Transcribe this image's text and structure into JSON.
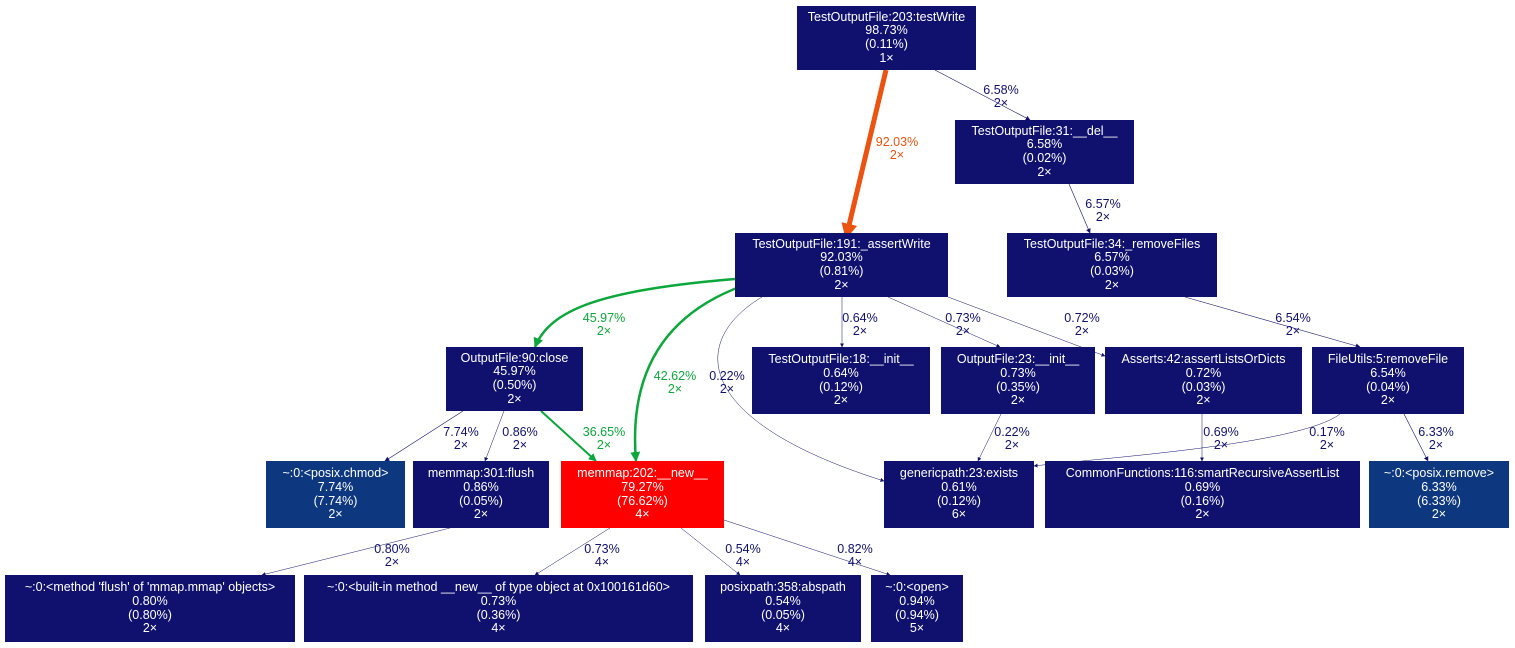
{
  "colors": {
    "node_default": "#10106f",
    "node_light": "#0d3880",
    "node_hot": "#ff0000",
    "edge_default": "#10106f",
    "edge_green": "#0ba73a",
    "edge_orange": "#ec5310"
  },
  "nodes": [
    {
      "id": "n_testwrite",
      "name": "testwrite-node",
      "title": "TestOutputFile:203:testWrite",
      "total": "98.73%",
      "self": "(0.11%)",
      "calls": "1×",
      "color": "#10106f"
    },
    {
      "id": "n_del",
      "name": "del-node",
      "title": "TestOutputFile:31:__del__",
      "total": "6.58%",
      "self": "(0.02%)",
      "calls": "2×",
      "color": "#10106f"
    },
    {
      "id": "n_assertwrite",
      "name": "assertwrite-node",
      "title": "TestOutputFile:191:_assertWrite",
      "total": "92.03%",
      "self": "(0.81%)",
      "calls": "2×",
      "color": "#10106f"
    },
    {
      "id": "n_removefiles",
      "name": "removefiles-node",
      "title": "TestOutputFile:34:_removeFiles",
      "total": "6.57%",
      "self": "(0.03%)",
      "calls": "2×",
      "color": "#10106f"
    },
    {
      "id": "n_close",
      "name": "outputfile-close-node",
      "title": "OutputFile:90:close",
      "total": "45.97%",
      "self": "(0.50%)",
      "calls": "2×",
      "color": "#10106f"
    },
    {
      "id": "n_toinit",
      "name": "testoutputfile-init-node",
      "title": "TestOutputFile:18:__init__",
      "total": "0.64%",
      "self": "(0.12%)",
      "calls": "2×",
      "color": "#10106f"
    },
    {
      "id": "n_ofinit",
      "name": "outputfile-init-node",
      "title": "OutputFile:23:__init__",
      "total": "0.73%",
      "self": "(0.35%)",
      "calls": "2×",
      "color": "#10106f"
    },
    {
      "id": "n_asserts",
      "name": "assertlists-node",
      "title": "Asserts:42:assertListsOrDicts",
      "total": "0.72%",
      "self": "(0.03%)",
      "calls": "2×",
      "color": "#10106f"
    },
    {
      "id": "n_removefile",
      "name": "removefile-node",
      "title": "FileUtils:5:removeFile",
      "total": "6.54%",
      "self": "(0.04%)",
      "calls": "2×",
      "color": "#10106f"
    },
    {
      "id": "n_chmod",
      "name": "posix-chmod-node",
      "title": "~:0:<posix.chmod>",
      "total": "7.74%",
      "self": "(7.74%)",
      "calls": "2×",
      "color": "#0d3880"
    },
    {
      "id": "n_flush",
      "name": "mmap-flush-node",
      "title": "memmap:301:flush",
      "total": "0.86%",
      "self": "(0.05%)",
      "calls": "2×",
      "color": "#10106f"
    },
    {
      "id": "n_memnew",
      "name": "memmap-new-node",
      "title": "memmap:202:__new__",
      "total": "79.27%",
      "self": "(76.62%)",
      "calls": "4×",
      "color": "#ff0000"
    },
    {
      "id": "n_exists",
      "name": "genericpath-exists-node",
      "title": "genericpath:23:exists",
      "total": "0.61%",
      "self": "(0.12%)",
      "calls": "6×",
      "color": "#10106f"
    },
    {
      "id": "n_smart",
      "name": "smartrecursive-node",
      "title": "CommonFunctions:116:smartRecursiveAssertList",
      "total": "0.69%",
      "self": "(0.16%)",
      "calls": "2×",
      "color": "#10106f"
    },
    {
      "id": "n_remove",
      "name": "posix-remove-node",
      "title": "~:0:<posix.remove>",
      "total": "6.33%",
      "self": "(6.33%)",
      "calls": "2×",
      "color": "#0d3880"
    },
    {
      "id": "n_mflush",
      "name": "method-flush-node",
      "title": "~:0:<method 'flush' of 'mmap.mmap' objects>",
      "total": "0.80%",
      "self": "(0.80%)",
      "calls": "2×",
      "color": "#10106f"
    },
    {
      "id": "n_builtin",
      "name": "builtin-new-node",
      "title": "~:0:<built-in method __new__ of type object at 0x100161d60>",
      "total": "0.73%",
      "self": "(0.36%)",
      "calls": "4×",
      "color": "#10106f"
    },
    {
      "id": "n_abspath",
      "name": "posixpath-abspath-node",
      "title": "posixpath:358:abspath",
      "total": "0.54%",
      "self": "(0.05%)",
      "calls": "4×",
      "color": "#10106f"
    },
    {
      "id": "n_open",
      "name": "open-node",
      "title": "~:0:<open>",
      "total": "0.94%",
      "self": "(0.94%)",
      "calls": "5×",
      "color": "#10106f"
    }
  ],
  "edges": [
    {
      "from": "n_testwrite",
      "to": "n_assertwrite",
      "pct": "92.03%",
      "calls": "2×",
      "color": "#ec5310",
      "weight": 5
    },
    {
      "from": "n_testwrite",
      "to": "n_del",
      "pct": "6.58%",
      "calls": "2×",
      "color": "#10106f",
      "weight": 0.6
    },
    {
      "from": "n_del",
      "to": "n_removefiles",
      "pct": "6.57%",
      "calls": "2×",
      "color": "#10106f",
      "weight": 0.6
    },
    {
      "from": "n_removefiles",
      "to": "n_removefile",
      "pct": "6.54%",
      "calls": "2×",
      "color": "#10106f",
      "weight": 0.6
    },
    {
      "from": "n_assertwrite",
      "to": "n_close",
      "pct": "45.97%",
      "calls": "2×",
      "color": "#0ba73a",
      "weight": 2.5
    },
    {
      "from": "n_assertwrite",
      "to": "n_memnew",
      "pct": "42.62%",
      "calls": "2×",
      "color": "#0ba73a",
      "weight": 2.5
    },
    {
      "from": "n_assertwrite",
      "to": "n_exists",
      "pct": "0.22%",
      "calls": "2×",
      "color": "#10106f",
      "weight": 0.5
    },
    {
      "from": "n_assertwrite",
      "to": "n_toinit",
      "pct": "0.64%",
      "calls": "2×",
      "color": "#10106f",
      "weight": 0.5
    },
    {
      "from": "n_assertwrite",
      "to": "n_ofinit",
      "pct": "0.73%",
      "calls": "2×",
      "color": "#10106f",
      "weight": 0.5
    },
    {
      "from": "n_assertwrite",
      "to": "n_asserts",
      "pct": "0.72%",
      "calls": "2×",
      "color": "#10106f",
      "weight": 0.5
    },
    {
      "from": "n_close",
      "to": "n_chmod",
      "pct": "7.74%",
      "calls": "2×",
      "color": "#10106f",
      "weight": 0.6
    },
    {
      "from": "n_close",
      "to": "n_flush",
      "pct": "0.86%",
      "calls": "2×",
      "color": "#10106f",
      "weight": 0.5
    },
    {
      "from": "n_close",
      "to": "n_memnew",
      "pct": "36.65%",
      "calls": "2×",
      "color": "#0ba73a",
      "weight": 2.0
    },
    {
      "from": "n_ofinit",
      "to": "n_exists",
      "pct": "0.22%",
      "calls": "2×",
      "color": "#10106f",
      "weight": 0.5
    },
    {
      "from": "n_asserts",
      "to": "n_smart",
      "pct": "0.69%",
      "calls": "2×",
      "color": "#10106f",
      "weight": 0.5
    },
    {
      "from": "n_removefile",
      "to": "n_exists",
      "pct": "0.17%",
      "calls": "2×",
      "color": "#10106f",
      "weight": 0.5
    },
    {
      "from": "n_removefile",
      "to": "n_remove",
      "pct": "6.33%",
      "calls": "2×",
      "color": "#10106f",
      "weight": 0.6
    },
    {
      "from": "n_flush",
      "to": "n_mflush",
      "pct": "0.80%",
      "calls": "2×",
      "color": "#10106f",
      "weight": 0.5
    },
    {
      "from": "n_memnew",
      "to": "n_builtin",
      "pct": "0.73%",
      "calls": "4×",
      "color": "#10106f",
      "weight": 0.5
    },
    {
      "from": "n_memnew",
      "to": "n_abspath",
      "pct": "0.54%",
      "calls": "4×",
      "color": "#10106f",
      "weight": 0.5
    },
    {
      "from": "n_memnew",
      "to": "n_open",
      "pct": "0.82%",
      "calls": "4×",
      "color": "#10106f",
      "weight": 0.5
    }
  ]
}
